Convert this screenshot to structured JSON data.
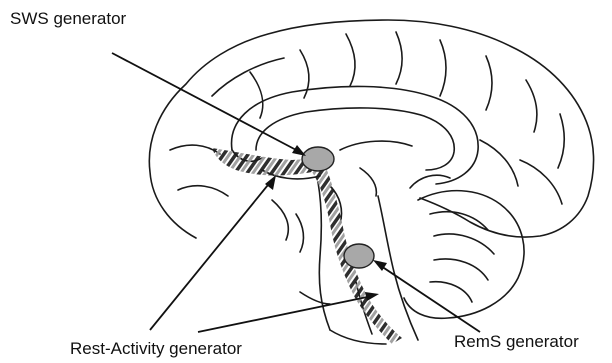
{
  "labels": {
    "sws": "SWS generator",
    "rest_activity": "Rest-Activity generator",
    "rems": "RemS generator"
  },
  "colors": {
    "outline": "#1a1a1a",
    "generator_fill": "#a8a8a8",
    "hatch_dark": "#1c1c1c",
    "hatch_light": "#9a9a9a",
    "background": "#ffffff"
  }
}
